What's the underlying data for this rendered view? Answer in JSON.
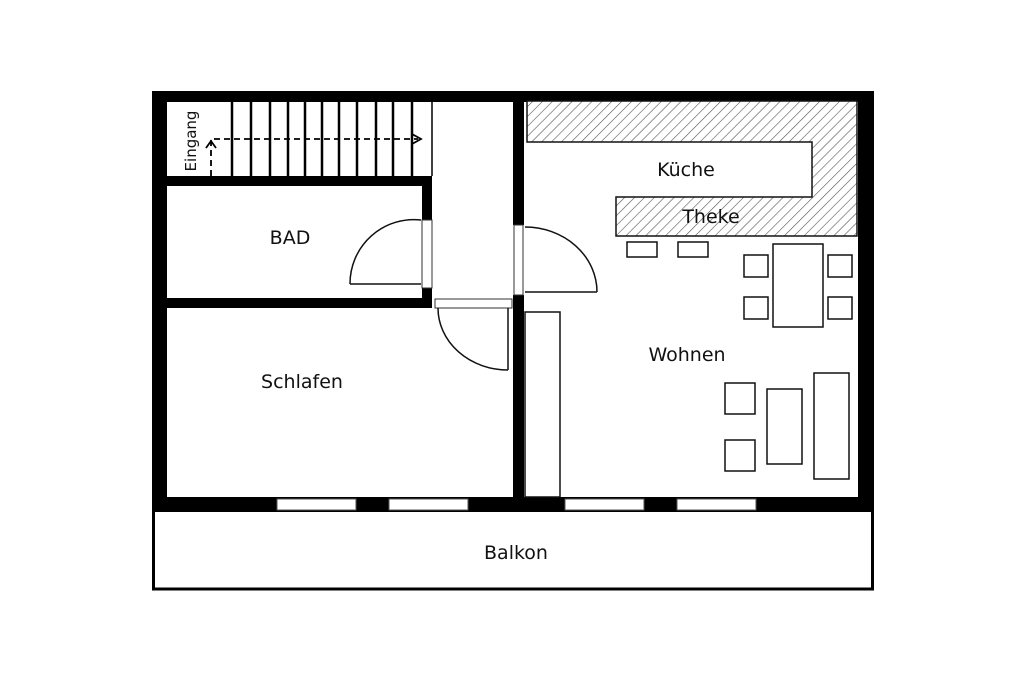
{
  "rooms": {
    "entrance": "Eingang",
    "bathroom": "BAD",
    "bedroom": "Schlafen",
    "kitchen": "Küche",
    "counter": "Theke",
    "living": "Wohnen",
    "balcony": "Balkon"
  },
  "colors": {
    "wall": "#000000",
    "background": "#ffffff"
  }
}
